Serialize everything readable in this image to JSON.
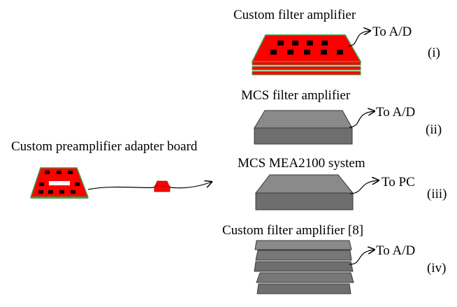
{
  "colors": {
    "red": "#ff0000",
    "green": "#3aa04a",
    "gray_top": "#8a8a8a",
    "gray_front": "#6e6e6e",
    "chip": "#000000",
    "line": "#000000"
  },
  "preamp": {
    "label": "Custom preamplifier adapter board"
  },
  "options": [
    {
      "title": "Custom filter amplifier",
      "output": "To A/D",
      "numeral": "(i)"
    },
    {
      "title": "MCS filter amplifier",
      "output": "To A/D",
      "numeral": "(ii)"
    },
    {
      "title": "MCS MEA2100 system",
      "output": "To PC",
      "numeral": "(iii)"
    },
    {
      "title": "Custom filter amplifier [8]",
      "output": "To A/D",
      "numeral": "(iv)"
    }
  ]
}
